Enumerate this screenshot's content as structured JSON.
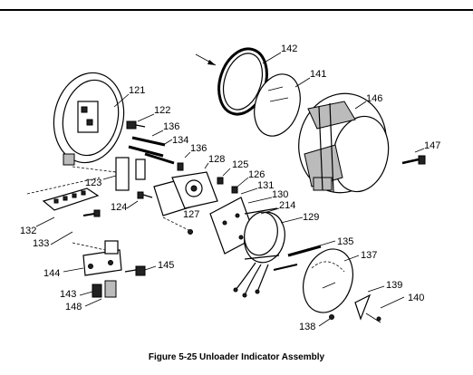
{
  "caption": "Figure 5-25 Unloader Indicator Assembly",
  "labels": {
    "l142": "142",
    "l141": "141",
    "l146": "146",
    "l121": "121",
    "l122": "122",
    "l136a": "136",
    "l134": "134",
    "l136b": "136",
    "l128": "128",
    "l125": "125",
    "l126": "126",
    "l147": "147",
    "l131": "131",
    "l123": "123",
    "l130": "130",
    "l214": "214",
    "l124": "124",
    "l127": "127",
    "l129": "129",
    "l132": "132",
    "l133": "133",
    "l135": "135",
    "l137": "137",
    "l144": "144",
    "l145": "145",
    "l143": "143",
    "l148": "148",
    "l139": "139",
    "l140": "140",
    "l138": "138"
  }
}
